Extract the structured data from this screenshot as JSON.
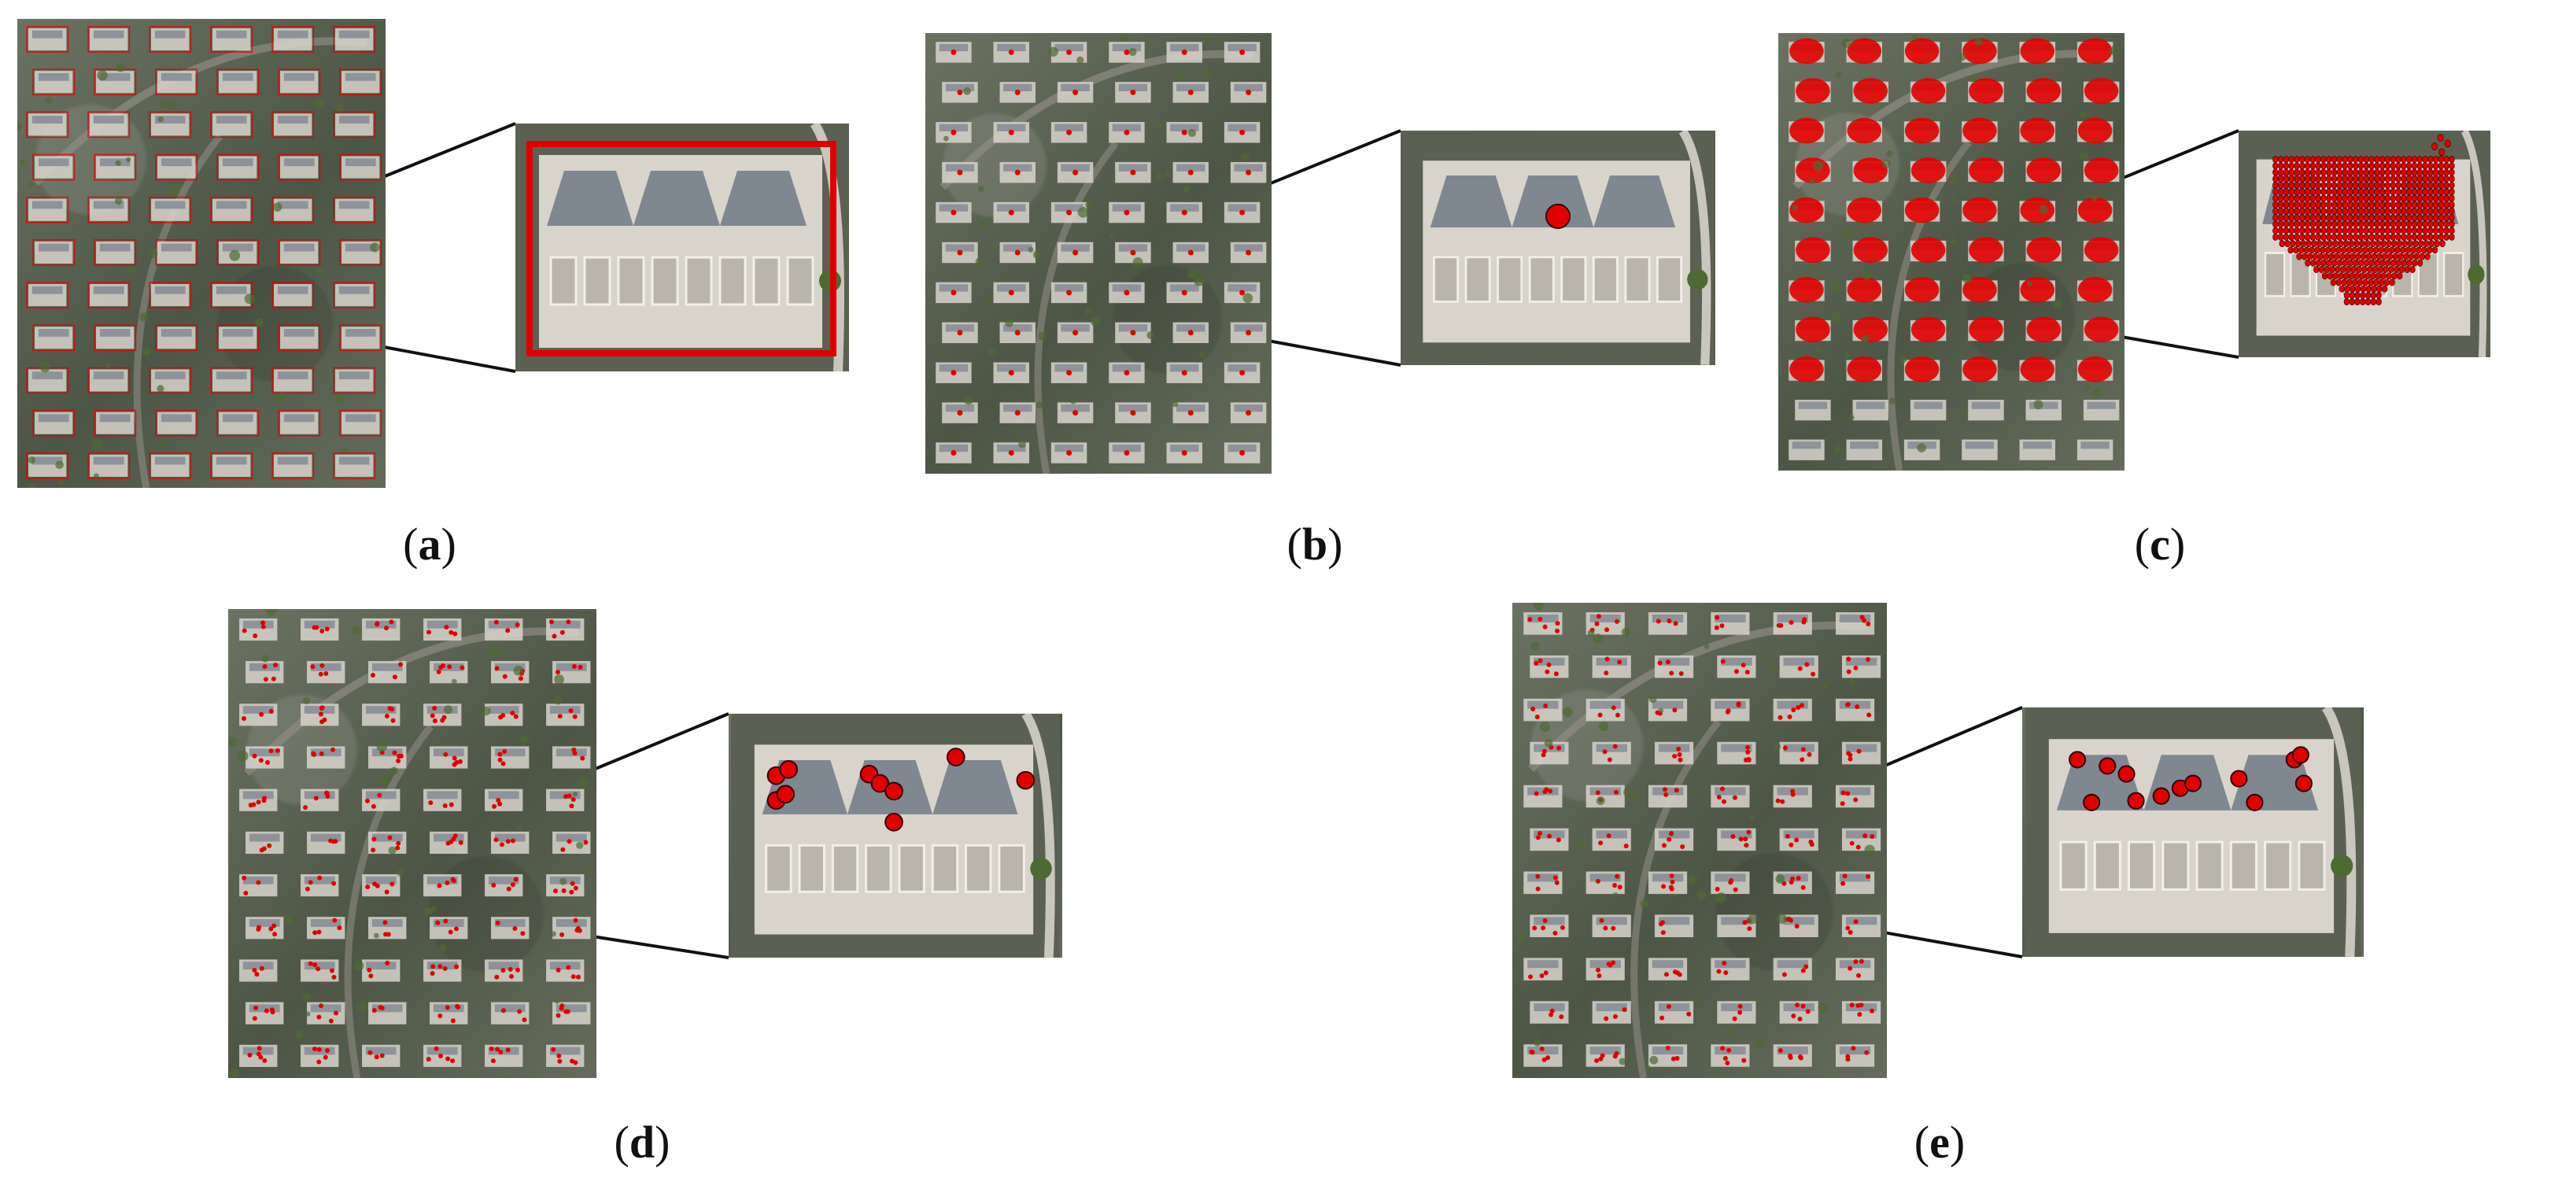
{
  "panels": [
    {
      "id": "a",
      "label": "a",
      "method": "box"
    },
    {
      "id": "b",
      "label": "b",
      "method": "single-point"
    },
    {
      "id": "c",
      "label": "c",
      "method": "dense-mask"
    },
    {
      "id": "d",
      "label": "d",
      "method": "multi-point"
    },
    {
      "id": "e",
      "label": "e",
      "method": "multi-point"
    }
  ],
  "colors": {
    "annotation": "#e10000",
    "selection_box": "#8ac44a",
    "roof": "#7f8791",
    "building": "#d8d4cc",
    "vegetation": "#4e6a33",
    "road": "#8f8b82"
  }
}
